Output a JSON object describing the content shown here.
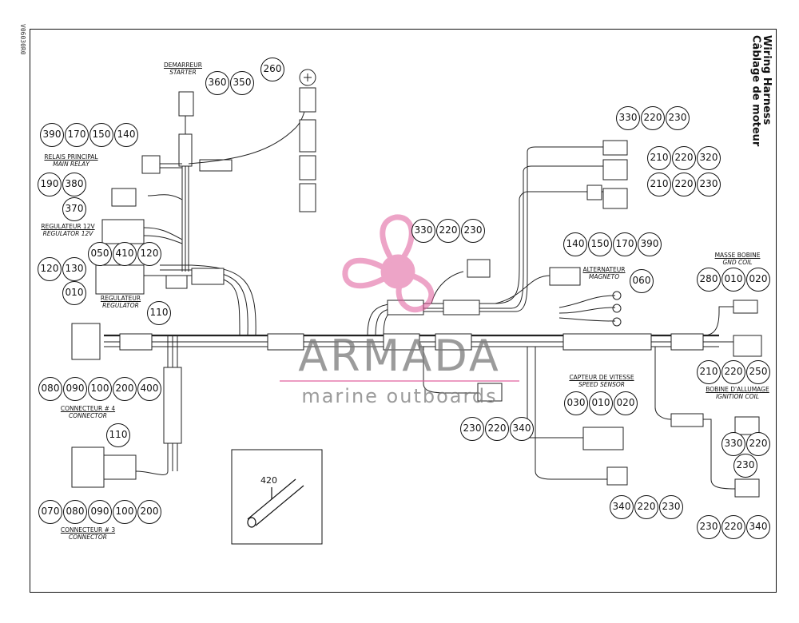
{
  "doc_id": "V06030R0",
  "title": {
    "en": "Wiring Harness",
    "fr": "Câblage de moteur"
  },
  "components": {
    "starter": {
      "fr": "DEMARREUR",
      "en": "STARTER"
    },
    "main_relay": {
      "fr": "RELAIS PRINCIPAL",
      "en": "MAIN RELAY"
    },
    "regulator_12v": {
      "fr": "REGULATEUR 12V",
      "en": "REGULATOR 12V"
    },
    "regulator": {
      "fr": "REGULATEUR",
      "en": "REGULATOR"
    },
    "connector4": {
      "fr": "CONNECTEUR # 4",
      "en": "CONNECTOR"
    },
    "connector3": {
      "fr": "CONNECTEUR # 3",
      "en": "CONNECTOR"
    },
    "alternator": {
      "fr": "ALTERNATEUR",
      "en": "MAGNETO"
    },
    "speed_sensor": {
      "fr": "CAPTEUR DE VITESSE",
      "en": "SPEED SENSOR"
    },
    "ignition_coil": {
      "fr": "BOBINE D'ALLUMAGE",
      "en": "IGNITION COIL"
    },
    "gnd_coil": {
      "fr": "MASSE BOBINE",
      "en": "GND COIL"
    }
  },
  "part_numbers": {
    "starter": [
      "360",
      "350"
    ],
    "battery_post": [
      "260"
    ],
    "main_relay_top": [
      "390",
      "170",
      "150",
      "140"
    ],
    "main_relay_side": [
      "190",
      "380",
      "370"
    ],
    "regulator_12v": [
      "050",
      "410",
      "120"
    ],
    "regulator": [
      "120",
      "130",
      "010"
    ],
    "connector_top": [
      "110"
    ],
    "connector4": [
      "080",
      "090",
      "100",
      "200",
      "400"
    ],
    "connector_bottom": [
      "110"
    ],
    "connector3": [
      "070",
      "080",
      "090",
      "100",
      "200"
    ],
    "tube": [
      "420"
    ],
    "center_plug": [
      "330",
      "220",
      "230"
    ],
    "sensor_a": [
      "330",
      "220",
      "230"
    ],
    "sensor_b": [
      "210",
      "220",
      "320"
    ],
    "sensor_c": [
      "210",
      "220",
      "230"
    ],
    "alternator_top": [
      "140",
      "150",
      "170",
      "390"
    ],
    "alternator": [
      "060"
    ],
    "gnd_coil": [
      "280",
      "010",
      "020"
    ],
    "ignition_coil": [
      "210",
      "220",
      "250"
    ],
    "speed_sensor": [
      "030",
      "010",
      "020"
    ],
    "speed_plug": [
      "230",
      "220",
      "340"
    ],
    "lower_plug": [
      "340",
      "220",
      "230"
    ],
    "coil_group": [
      "330",
      "220",
      "230"
    ],
    "bottom_right": [
      "230",
      "220",
      "340"
    ]
  },
  "watermark": {
    "name": "ARMADA",
    "sub": "marine outboards"
  },
  "colors": {
    "line": "#111111",
    "watermark_pink": "#e05a9a",
    "watermark_gray": "#7a7a7a"
  }
}
